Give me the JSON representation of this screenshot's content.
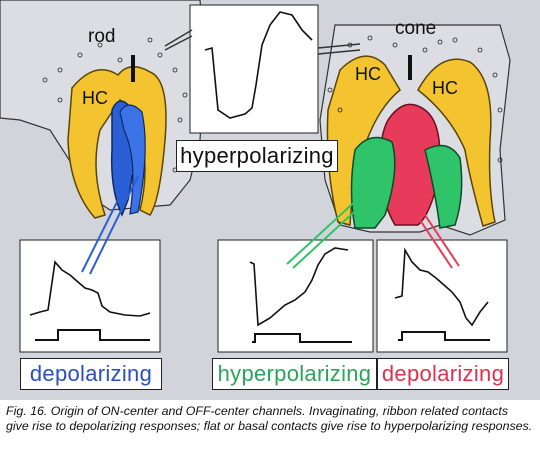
{
  "cells": {
    "rod": "rod",
    "cone": "cone",
    "hc_rod": "HC",
    "hc_cone_left": "HC",
    "hc_cone_right": "HC"
  },
  "labels": {
    "top_trace": "hyperpolarizing",
    "rod_trace": "depolarizing",
    "cone_green_trace": "hyperpolarizing",
    "cone_red_trace": "depolarizing"
  },
  "colors": {
    "background": "#d2d4dc",
    "horizontal_cell": "#f4c430",
    "rod_bipolar": "#2a5fd6",
    "off_bipolar": "#2fc36a",
    "on_bipolar": "#e83a5a",
    "depolarizing_text": "#2a4fc0",
    "hyperpolarizing_text": "#2aa55a",
    "depolarizing_red_text": "#e0304e"
  },
  "caption": "Fig. 16. Origin of ON-center and OFF-center channels. Invaginating, ribbon related contacts give rise to depolarizing  responses; flat or basal contacts give rise to hyperpolarizing responses."
}
